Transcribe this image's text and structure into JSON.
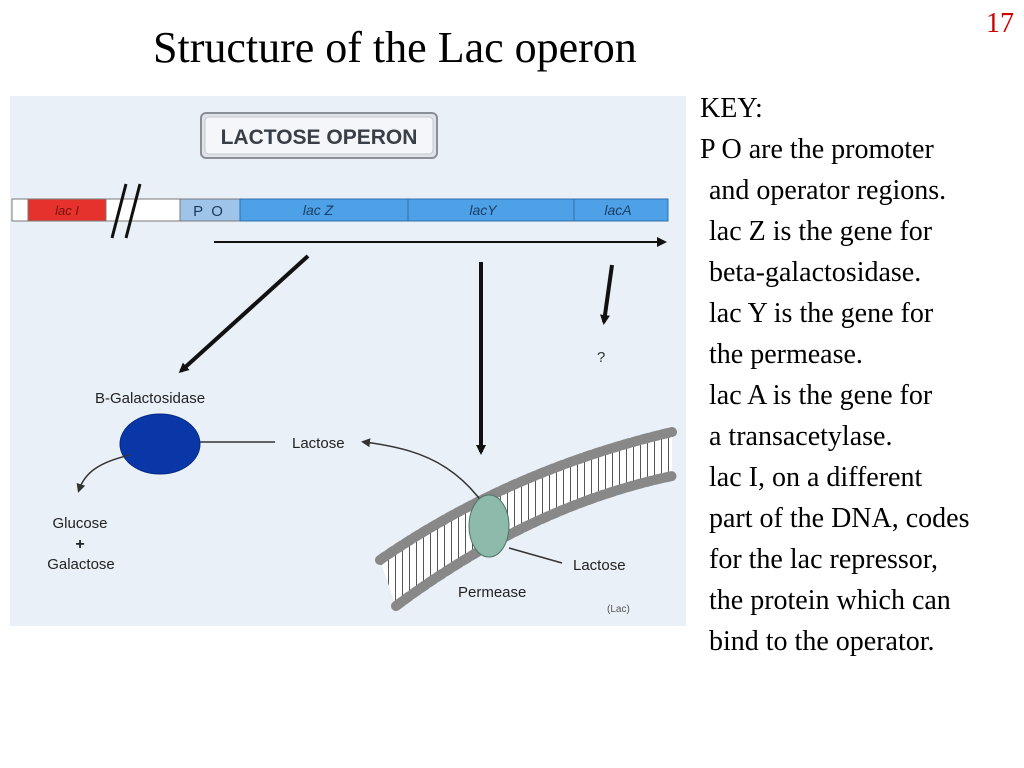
{
  "slide": {
    "number": "17",
    "title": "Structure of the Lac operon"
  },
  "diagram": {
    "banner": "LACTOSE OPERON",
    "lacI": "lac I",
    "po": "P  O",
    "lacZ": "lac Z",
    "lacY": "lacY",
    "lacA": "lacA",
    "question": "?",
    "b_galactosidase": "B-Galactosidase",
    "lactose_top": "Lactose",
    "lactose_bottom": "Lactose",
    "glucose": "Glucose",
    "plus": "+",
    "galactose": "Galactose",
    "permease": "Permease",
    "credit": "(Lac)",
    "colors": {
      "panel_bg": "#e9f0f7",
      "lacI_red": "#e6322d",
      "gene_blue": "#4ea1e6",
      "po_blue": "#9fc4ea",
      "enzyme_blue": "#0a37a8",
      "permease_green": "#8dbaaa"
    }
  },
  "key": {
    "heading": "KEY:",
    "lines": [
      "P O are the promoter",
      "and operator regions.",
      "lac Z is the gene for",
      "beta-galactosidase.",
      "lac Y is the gene for",
      "the permease.",
      "lac A is the gene for",
      "a transacetylase.",
      "lac I, on a different",
      "part of the DNA, codes",
      "for the lac repressor,",
      "the protein which can",
      "bind to the operator."
    ]
  }
}
